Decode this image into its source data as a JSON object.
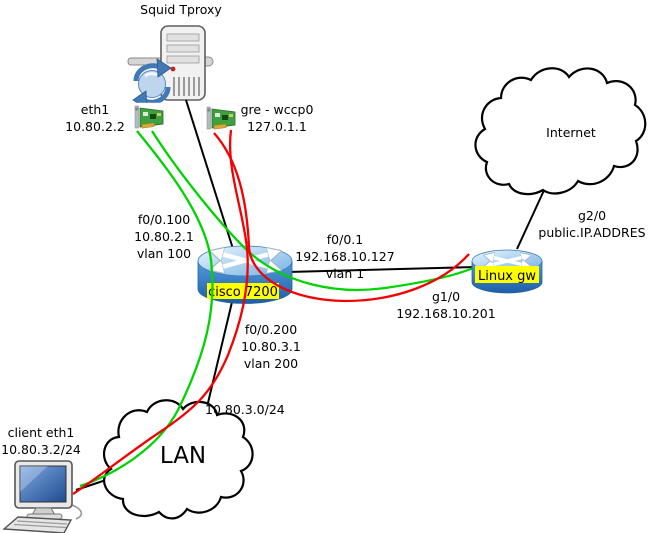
{
  "diagram": {
    "labels": {
      "squid_title": "Squid Tproxy",
      "eth1": "eth1\n10.80.2.2",
      "gre": "gre - wccp0\n127.0.1.1",
      "f00100": "f0/0.100\n10.80.2.1\nvlan 100",
      "f001": "f0/0.1\n192.168.10.127\nvlan 1",
      "internet": "Internet",
      "g20": "g2/0\npublic.IP.ADDRES",
      "cisco": "cisco 7200",
      "linuxgw": "Linux gw",
      "g10": "g1/0\n192.168.10.201",
      "f00200": "f0/0.200\n10.80.3.1\nvlan 200",
      "lan_subnet": "10.80.3.0/24",
      "lan": "LAN",
      "client": "client eth1\n10.80.3.2/24"
    },
    "colors": {
      "flow_green": "#00d400",
      "flow_red": "#f40000",
      "physical_link": "#000000",
      "label_highlight": "#ffff00",
      "router_blue": "#3f86c6"
    },
    "icons": {
      "server": "server-tower-icon",
      "sync": "sync-arrows-icon",
      "nic_left": "nic-card-icon",
      "nic_right": "nic-card-icon",
      "router_cisco": "router-icon",
      "router_linux": "router-icon",
      "cloud_internet": "cloud-icon",
      "cloud_lan": "cloud-icon",
      "client_pc": "desktop-computer-icon"
    }
  }
}
